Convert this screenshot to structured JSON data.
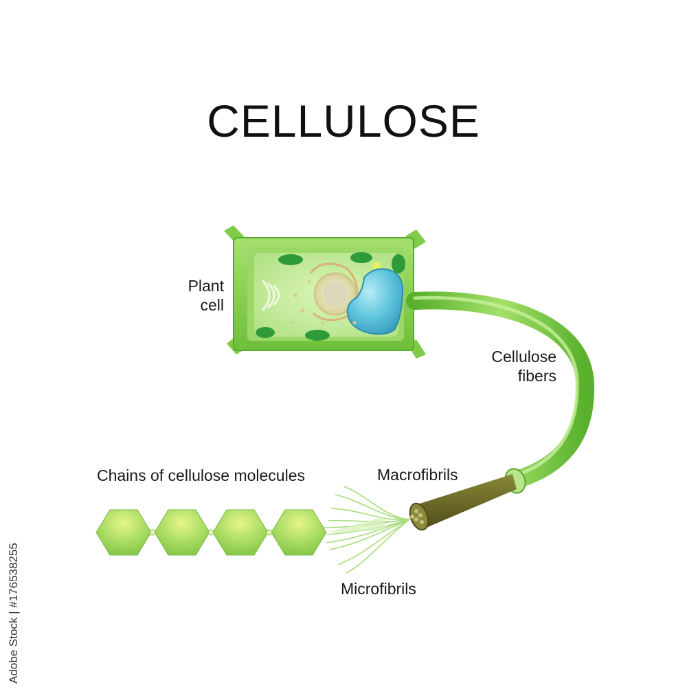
{
  "title": "CELLULOSE",
  "labels": {
    "plant_cell_line1": "Plant",
    "plant_cell_line2": "cell",
    "fibers_line1": "Cellulose",
    "fibers_line2": "fibers",
    "macrofibrils": "Macrofibrils",
    "microfibrils": "Microfibrils",
    "chains": "Chains of cellulose molecules"
  },
  "credit": "Adobe Stock | #176538255",
  "colors": {
    "cell_wall": "#8fd45a",
    "cytoplasm": "#c8ec9e",
    "vacuole": "#5cc0d8",
    "chloroplast": "#2f9a3a",
    "fiber": "#7ccc3c",
    "macrofibril": "#6b6a2c",
    "hexagon": "#a6dc62"
  }
}
